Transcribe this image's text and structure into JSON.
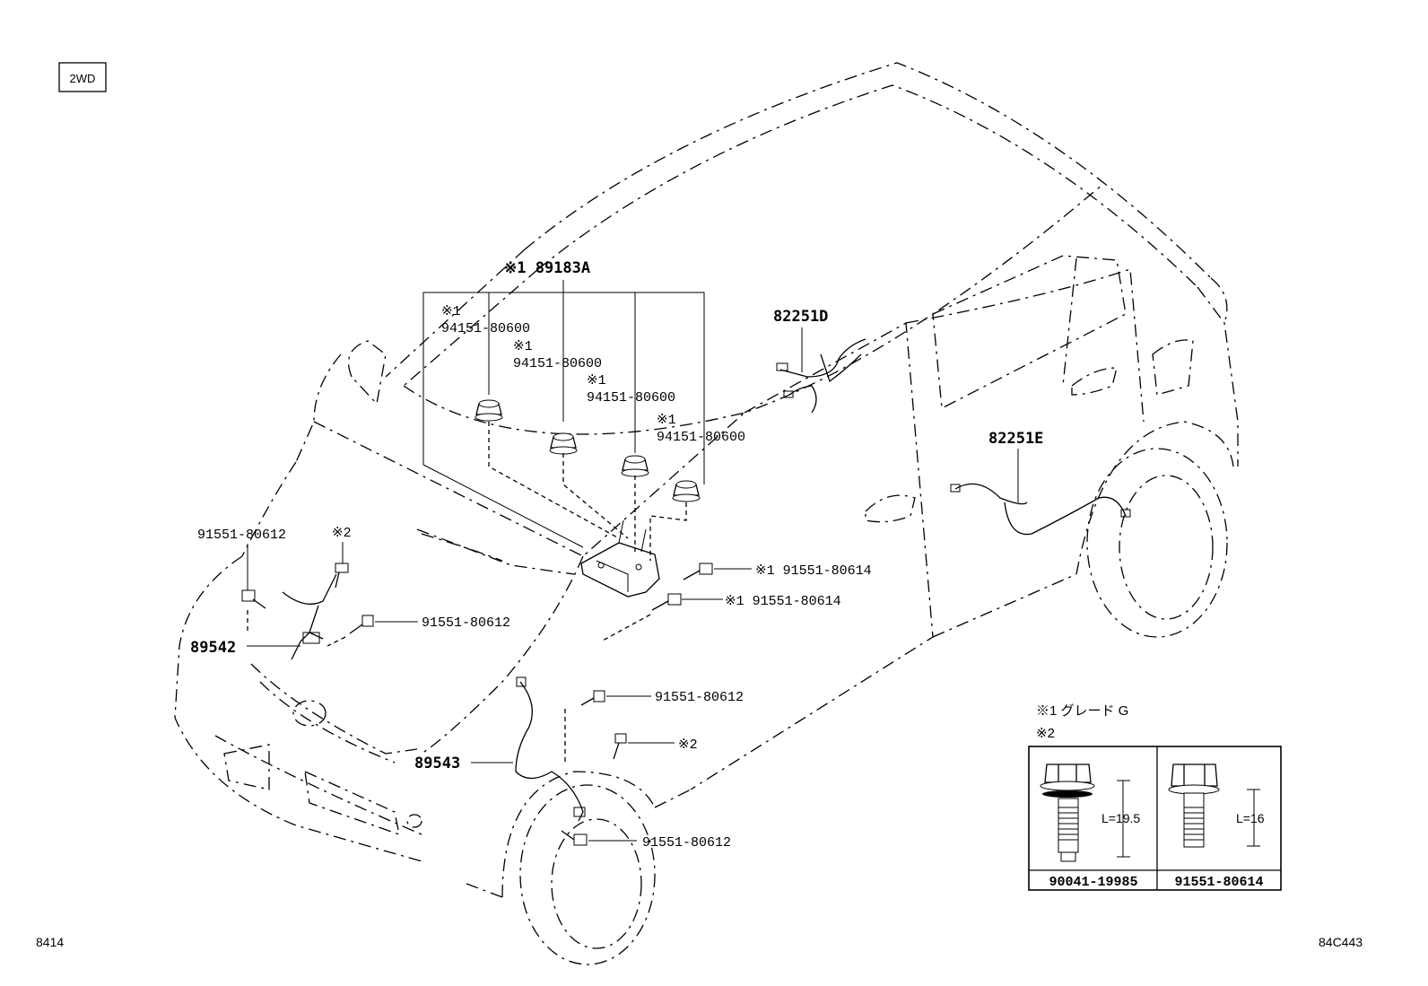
{
  "badge": "2WD",
  "footer": {
    "left": "8414",
    "right": "84C443"
  },
  "callouts": {
    "c89183a": "※1 89183A",
    "nut1_mark": "※1",
    "nut1_part": "94151-80600",
    "nut2_mark": "※1",
    "nut2_part": "94151-80600",
    "nut3_mark": "※1",
    "nut3_part": "94151-80600",
    "nut4_mark": "※1",
    "nut4_part": "94151-80600",
    "c82251d": "82251D",
    "c82251e": "82251E",
    "bolt_tl": "91551-80612",
    "mark2_a": "※2",
    "bolt_mid": "91551-80612",
    "c89542": "89542",
    "bolt_r1": "※1 91551-80614",
    "bolt_r2": "※1 91551-80614",
    "bolt_low": "91551-80612",
    "mark2_b": "※2",
    "c89543": "89543",
    "bolt_bottom": "91551-80612"
  },
  "legend": {
    "note1": "※1 グレード G",
    "note2": "※2",
    "len_a": "L=19.5",
    "len_b": "L=16",
    "part_a": "90041-19985",
    "part_b": "91551-80614"
  }
}
